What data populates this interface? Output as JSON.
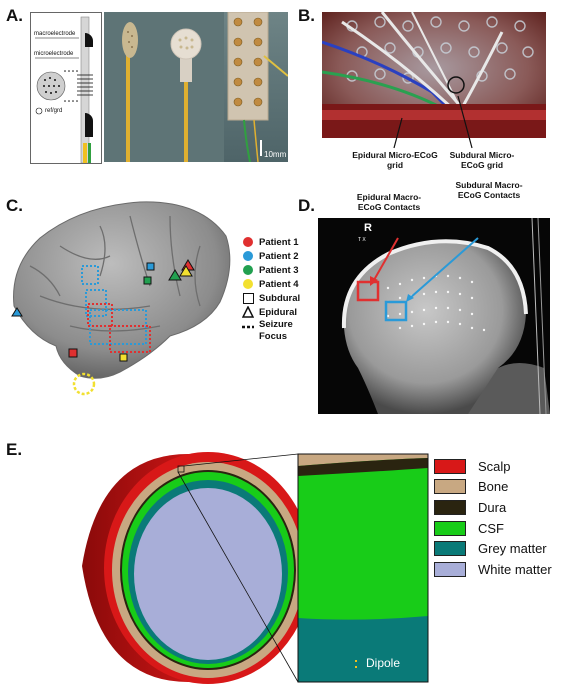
{
  "panels": {
    "a": "A.",
    "b": "B.",
    "c": "C.",
    "d": "D.",
    "e": "E."
  },
  "panel_a": {
    "macroelectrode": "macroelectrode",
    "microelectrode": "microelectrode",
    "refgrd": "ref/grd",
    "scale": "10mm"
  },
  "panel_b": {
    "epidural_label": "Epidural Micro-ECoG grid",
    "subdural_label": "Subdural Micro-ECoG grid"
  },
  "panel_c": {
    "legend": [
      {
        "label": "Patient 1",
        "color": "#e03030",
        "shape": "dot"
      },
      {
        "label": "Patient 2",
        "color": "#2a9ad8",
        "shape": "dot"
      },
      {
        "label": "Patient 3",
        "color": "#22a050",
        "shape": "dot"
      },
      {
        "label": "Patient 4",
        "color": "#f2e030",
        "shape": "dot"
      },
      {
        "label": "Subdural",
        "color": "#111111",
        "shape": "square"
      },
      {
        "label": "Epidural",
        "color": "#111111",
        "shape": "triangle"
      },
      {
        "label": "Seizure Focus",
        "color": "#111111",
        "shape": "dotted"
      }
    ]
  },
  "panel_d": {
    "epidural_label": "Epidural Macro-ECoG Contacts",
    "subdural_label": "Subdural Macro-ECoG Contacts",
    "marker_r": "R",
    "marker_tx": "T X"
  },
  "panel_e": {
    "legend": [
      {
        "label": "Scalp",
        "color": "#d81818"
      },
      {
        "label": "Bone",
        "color": "#c8a882"
      },
      {
        "label": "Dura",
        "color": "#2a2410"
      },
      {
        "label": "CSF",
        "color": "#18cc18"
      },
      {
        "label": "Grey matter",
        "color": "#0a7a78"
      },
      {
        "label": "White matter",
        "color": "#a8aed8"
      }
    ],
    "dipole_label": "Dipole"
  }
}
